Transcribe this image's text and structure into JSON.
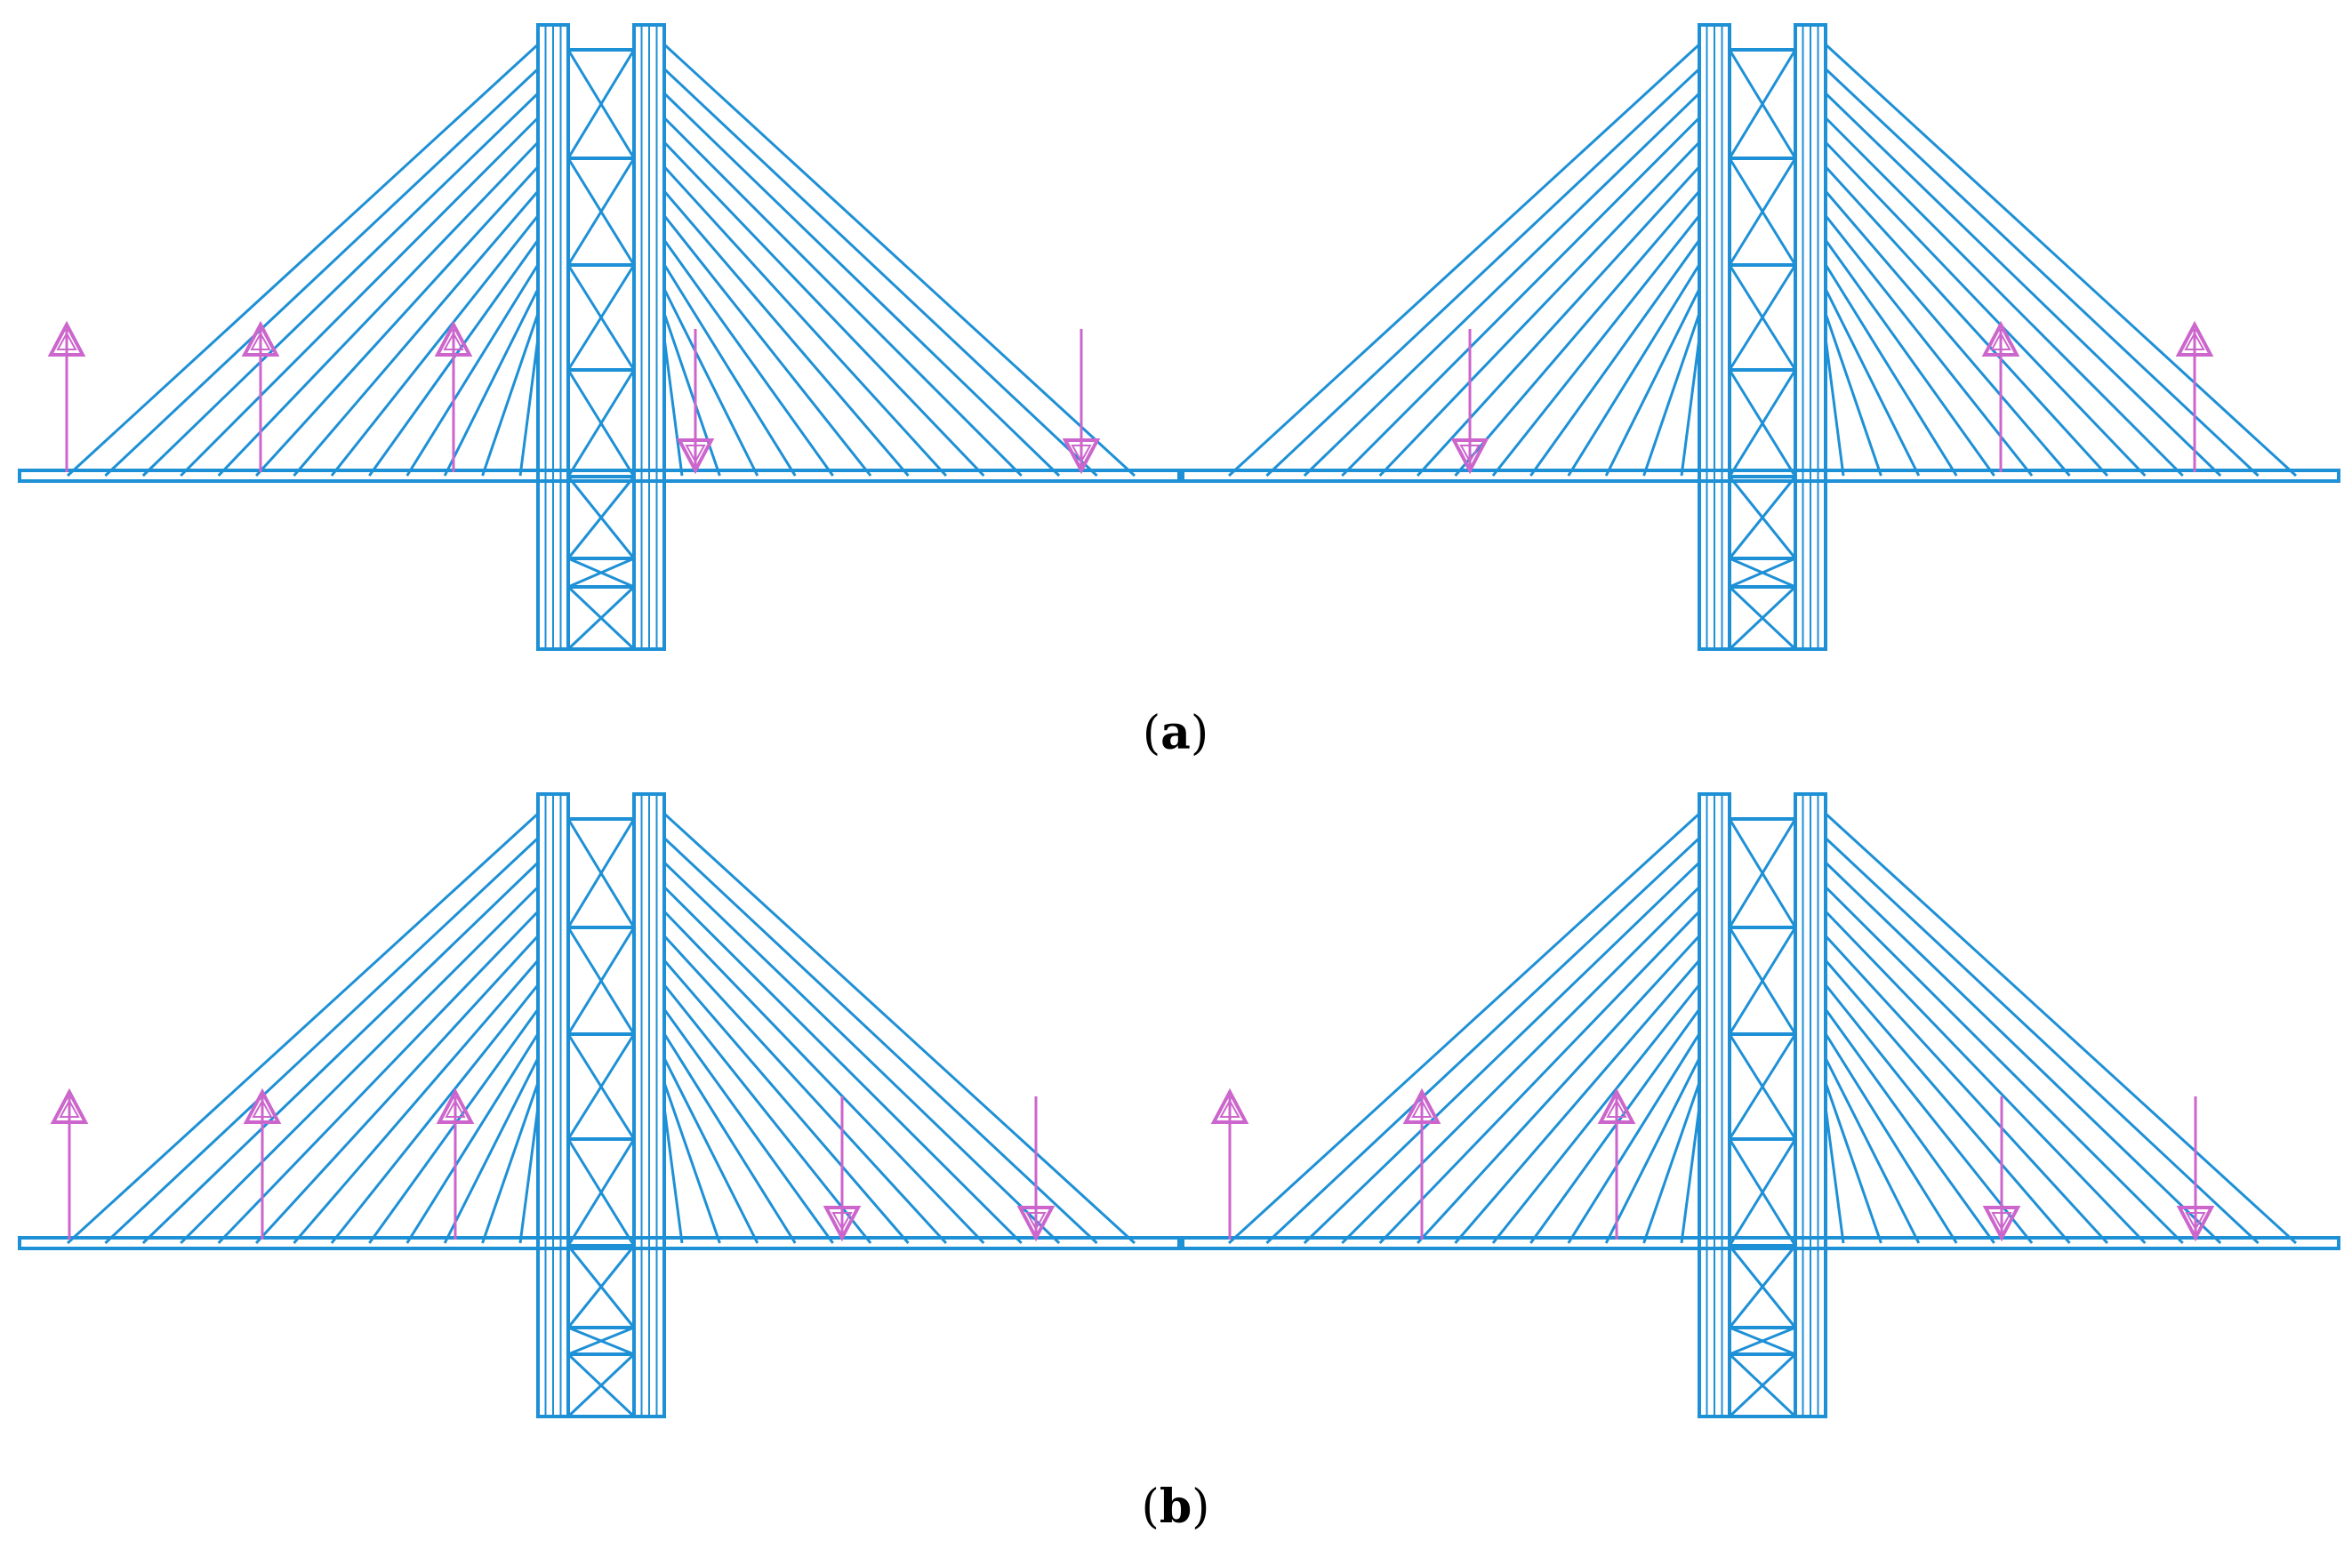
{
  "colors": {
    "structure": "#1e90d6",
    "load_arrow": "#cc66cc",
    "caption_text": "#000000",
    "background": "#ffffff"
  },
  "panels": [
    {
      "caption_open": "(",
      "caption_letter": "a",
      "caption_close": ")",
      "towers": 2,
      "cables_per_side": 13,
      "loads": [
        {
          "location": "left-span-1",
          "direction": "up"
        },
        {
          "location": "left-span-2",
          "direction": "up"
        },
        {
          "location": "left-span-3",
          "direction": "up"
        },
        {
          "location": "main-span-1",
          "direction": "down"
        },
        {
          "location": "main-span-2",
          "direction": "down"
        },
        {
          "location": "main-span-3",
          "direction": "down"
        },
        {
          "location": "right-span-1",
          "direction": "up"
        },
        {
          "location": "right-span-2",
          "direction": "up"
        }
      ]
    },
    {
      "caption_open": "(",
      "caption_letter": "b",
      "caption_close": ")",
      "towers": 2,
      "cables_per_side": 13,
      "loads": [
        {
          "location": "left-span-1",
          "direction": "up"
        },
        {
          "location": "left-span-2",
          "direction": "up"
        },
        {
          "location": "left-span-3",
          "direction": "up"
        },
        {
          "location": "main-span-1",
          "direction": "down"
        },
        {
          "location": "main-span-2",
          "direction": "down"
        },
        {
          "location": "main-span-3",
          "direction": "up"
        },
        {
          "location": "main-span-4",
          "direction": "up"
        },
        {
          "location": "main-span-5",
          "direction": "up"
        },
        {
          "location": "right-span-1",
          "direction": "down"
        },
        {
          "location": "right-span-2",
          "direction": "down"
        }
      ]
    }
  ]
}
